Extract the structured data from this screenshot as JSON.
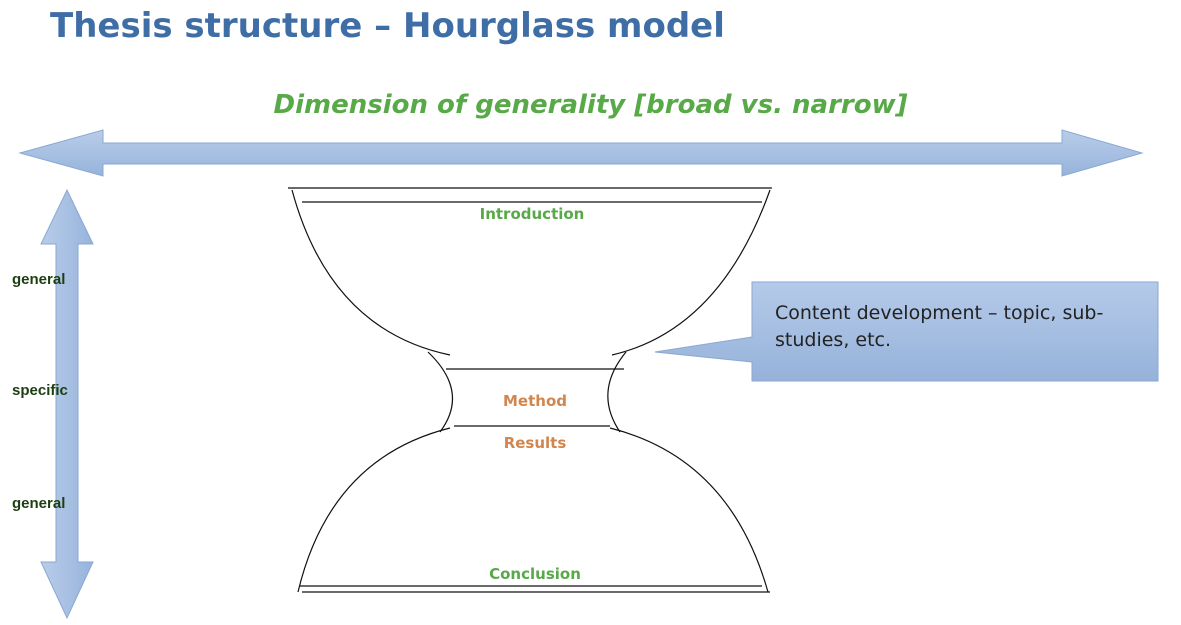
{
  "slide": {
    "title": "Thesis structure – Hourglass model",
    "subtitle": "Dimension of generality [broad vs. narrow]"
  },
  "vertical_axis": {
    "labels": [
      "general",
      "specific",
      "general"
    ]
  },
  "hourglass": {
    "sections": {
      "introduction": "Introduction",
      "method": "Method",
      "results": "Results",
      "conclusion": "Conclusion"
    }
  },
  "callout": {
    "text": "Content development – topic, sub-studies, etc."
  },
  "colors": {
    "title": "#3f6ea7",
    "subtitle": "#58a948",
    "arrow_fill": "#a7bfe0",
    "arrow_stroke": "#8aa8d2",
    "section_green": "#58a948",
    "section_orange": "#d0864e",
    "axis_label": "#1c3f11"
  }
}
